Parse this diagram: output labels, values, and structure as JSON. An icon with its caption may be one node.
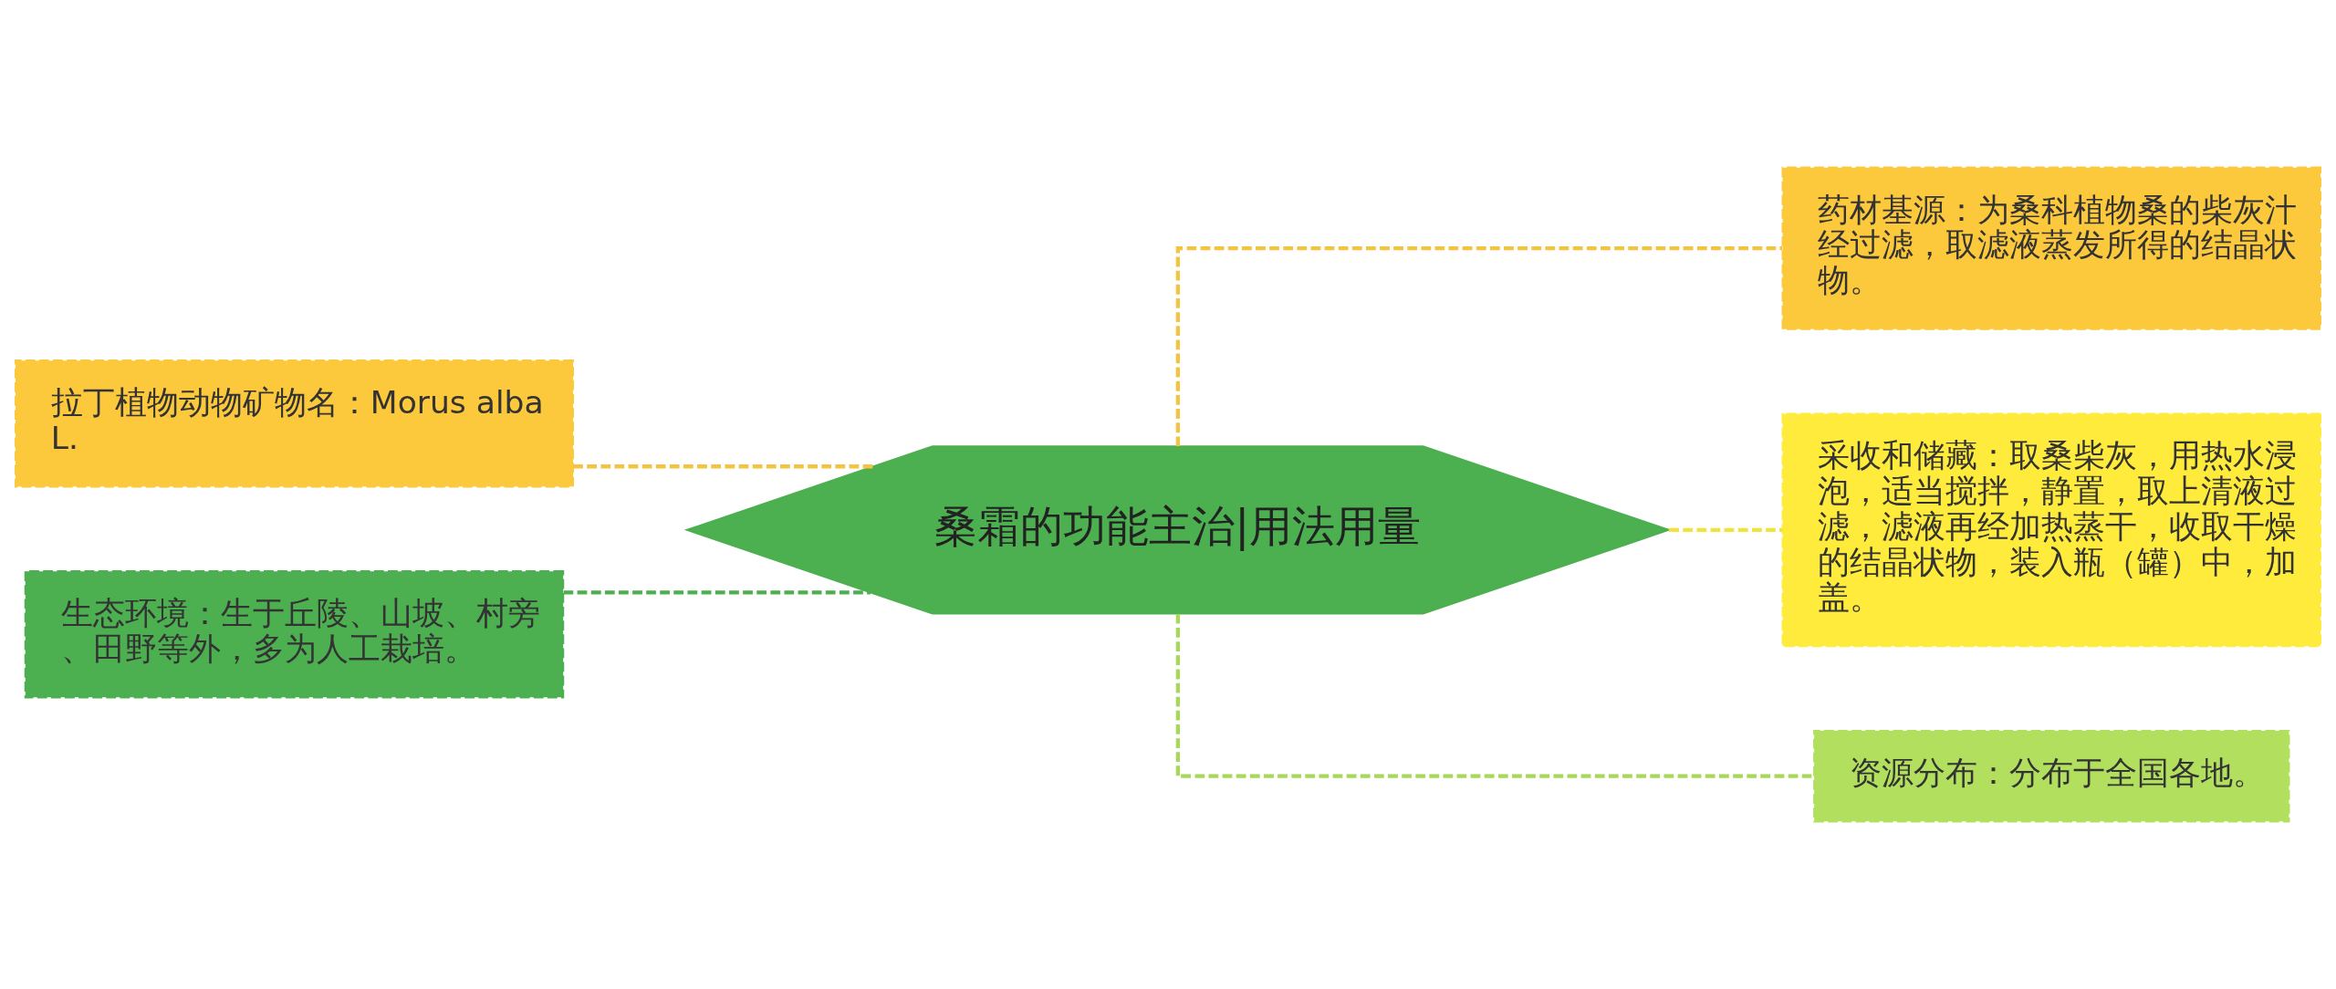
{
  "diagram": {
    "nodes": [
      {
        "text": [
          "桑霜的功能主治|用法用量"
        ]
      },
      {
        "text": [
          "拉丁植物动物矿物名：Morus alba L."
        ]
      },
      {
        "text": [
          "生态环境：生于丘陵、山坡、村旁、田野等外，多为人工栽培。"
        ]
      },
      {
        "text": [
          "药材基源：为桑科植物桑的柴灰汁经过滤，取滤液蒸发所得的结晶状物。"
        ]
      },
      {
        "text": [
          "采收和储藏：取桑柴灰，用热水浸泡，适当搅拌，静置，取上清液过滤，滤液再经加热蒸干，收取干燥的结晶状物，装入瓶（罐）中，加盖。"
        ]
      },
      {
        "text": [
          "资源分布：分布于全国各地。"
        ]
      }
    ],
    "edges": [
      {
        "from": 0,
        "to": 1,
        "arrow": "none",
        "style": "dashed",
        "color": "#f5c342"
      },
      {
        "from": 0,
        "to": 2,
        "arrow": "none",
        "style": "dashed",
        "color": "#4caf50"
      },
      {
        "from": 0,
        "to": 3,
        "arrow": "none",
        "style": "dashed",
        "color": "#f5c342"
      },
      {
        "from": 0,
        "to": 4,
        "arrow": "none",
        "style": "dashed",
        "color": "#f2e33a"
      },
      {
        "from": 0,
        "to": 5,
        "arrow": "none",
        "style": "dashed",
        "color": "#a8d85a"
      }
    ]
  }
}
